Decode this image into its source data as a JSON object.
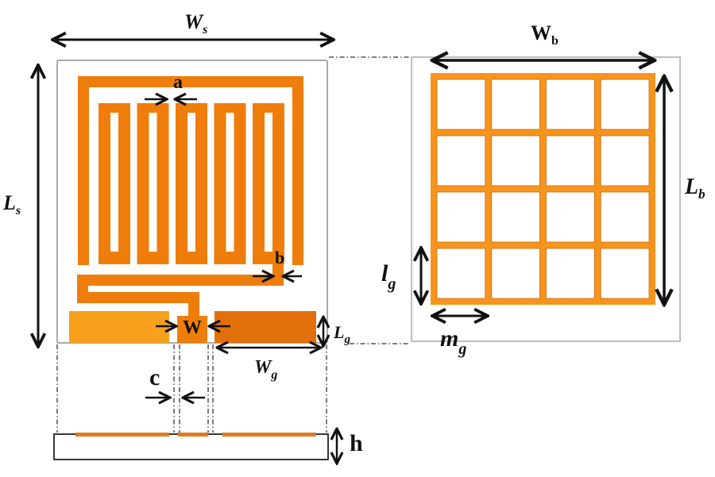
{
  "figure": {
    "colors": {
      "copper": "#ee7d0b",
      "copper_light": "#f8a01c",
      "bowtie_copper": "#f7941d",
      "substrate_border": "#a9a9a9",
      "arrow": "#111111"
    },
    "antenna_view": {
      "labels": {
        "Ws": {
          "main": "W",
          "sub": "s"
        },
        "Ls": {
          "main": "L",
          "sub": "s"
        },
        "a": "a",
        "b": "b",
        "W": "W",
        "Lg": {
          "main": "L",
          "sub": "g"
        },
        "Wg": {
          "main": "W",
          "sub": "g"
        },
        "c": "c",
        "h": "h"
      },
      "meander_fingers": 5
    },
    "grid_view": {
      "rows": 4,
      "cols": 4,
      "labels": {
        "Wb": {
          "main": "W",
          "sub": "b"
        },
        "Lb": {
          "main": "L",
          "sub": "b"
        },
        "lg": {
          "main": "l",
          "sub": "g"
        },
        "mg": {
          "main": "m",
          "sub": "g"
        }
      }
    }
  }
}
